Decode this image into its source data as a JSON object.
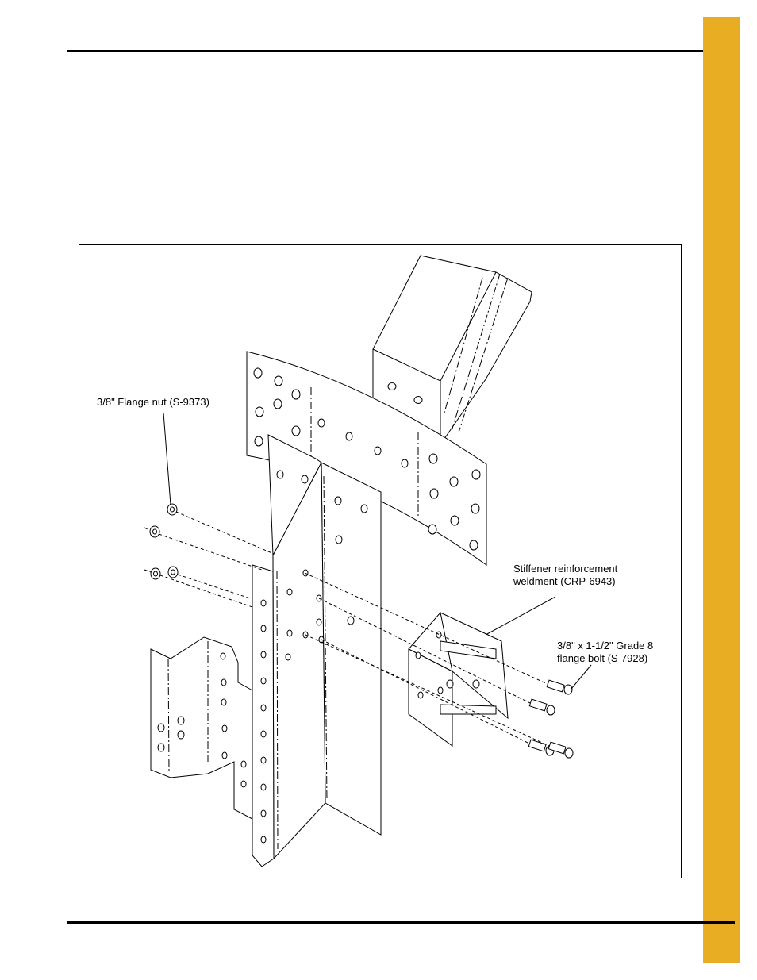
{
  "figure": {
    "callouts": {
      "flange_nut": "3/8\" Flange nut (S-9373)",
      "stiffener": [
        "Stiffener reinforcement",
        "weldment (CRP-6943)"
      ],
      "flange_bolt": [
        "3/8\" x 1-1/2\" Grade 8",
        "flange bolt (S-7928)"
      ]
    }
  },
  "colors": {
    "accent_tab": "#e8ad22",
    "rules": "#000000"
  }
}
